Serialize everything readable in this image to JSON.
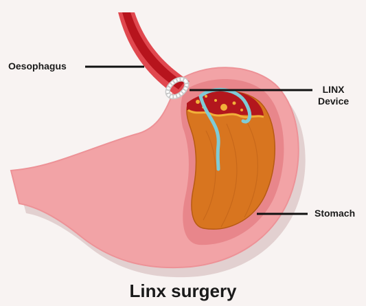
{
  "labels": {
    "oesophagus": "Oesophagus",
    "linx_line1": "LINX",
    "linx_line2": "Device",
    "stomach": "Stomach"
  },
  "caption": "Linx surgery",
  "colors": {
    "background": "#f8f3f2",
    "stomach_outer": "#f2a3a6",
    "stomach_inner": "#e8868b",
    "oesophagus_outer": "#e0484f",
    "oesophagus_lumen": "#b7141d",
    "contents_fill": "#d8751f",
    "acid_top": "#b3171d",
    "foam": "#f2b13a",
    "device": "#ffffff",
    "tube": "#7fcbd6",
    "leader_line": "#111111"
  }
}
